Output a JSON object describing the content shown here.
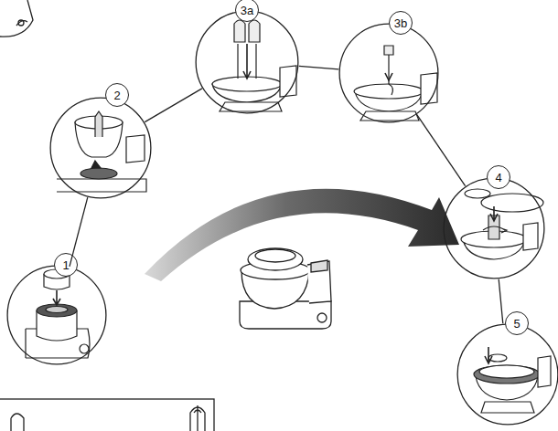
{
  "diagram": {
    "nodes": [
      {
        "text": [
          "1"
        ]
      },
      {
        "text": [
          "2"
        ]
      },
      {
        "text": [
          "3a"
        ]
      },
      {
        "text": [
          "3b"
        ]
      },
      {
        "text": [
          "4"
        ]
      },
      {
        "text": [
          "5"
        ]
      }
    ],
    "edges": [
      {
        "from": 0,
        "to": 1,
        "arrow": "none"
      },
      {
        "from": 1,
        "to": 2,
        "arrow": "none"
      },
      {
        "from": 2,
        "to": 3,
        "arrow": "none"
      },
      {
        "from": 3,
        "to": 4,
        "arrow": "none"
      },
      {
        "from": 4,
        "to": 5,
        "arrow": "none"
      }
    ]
  }
}
